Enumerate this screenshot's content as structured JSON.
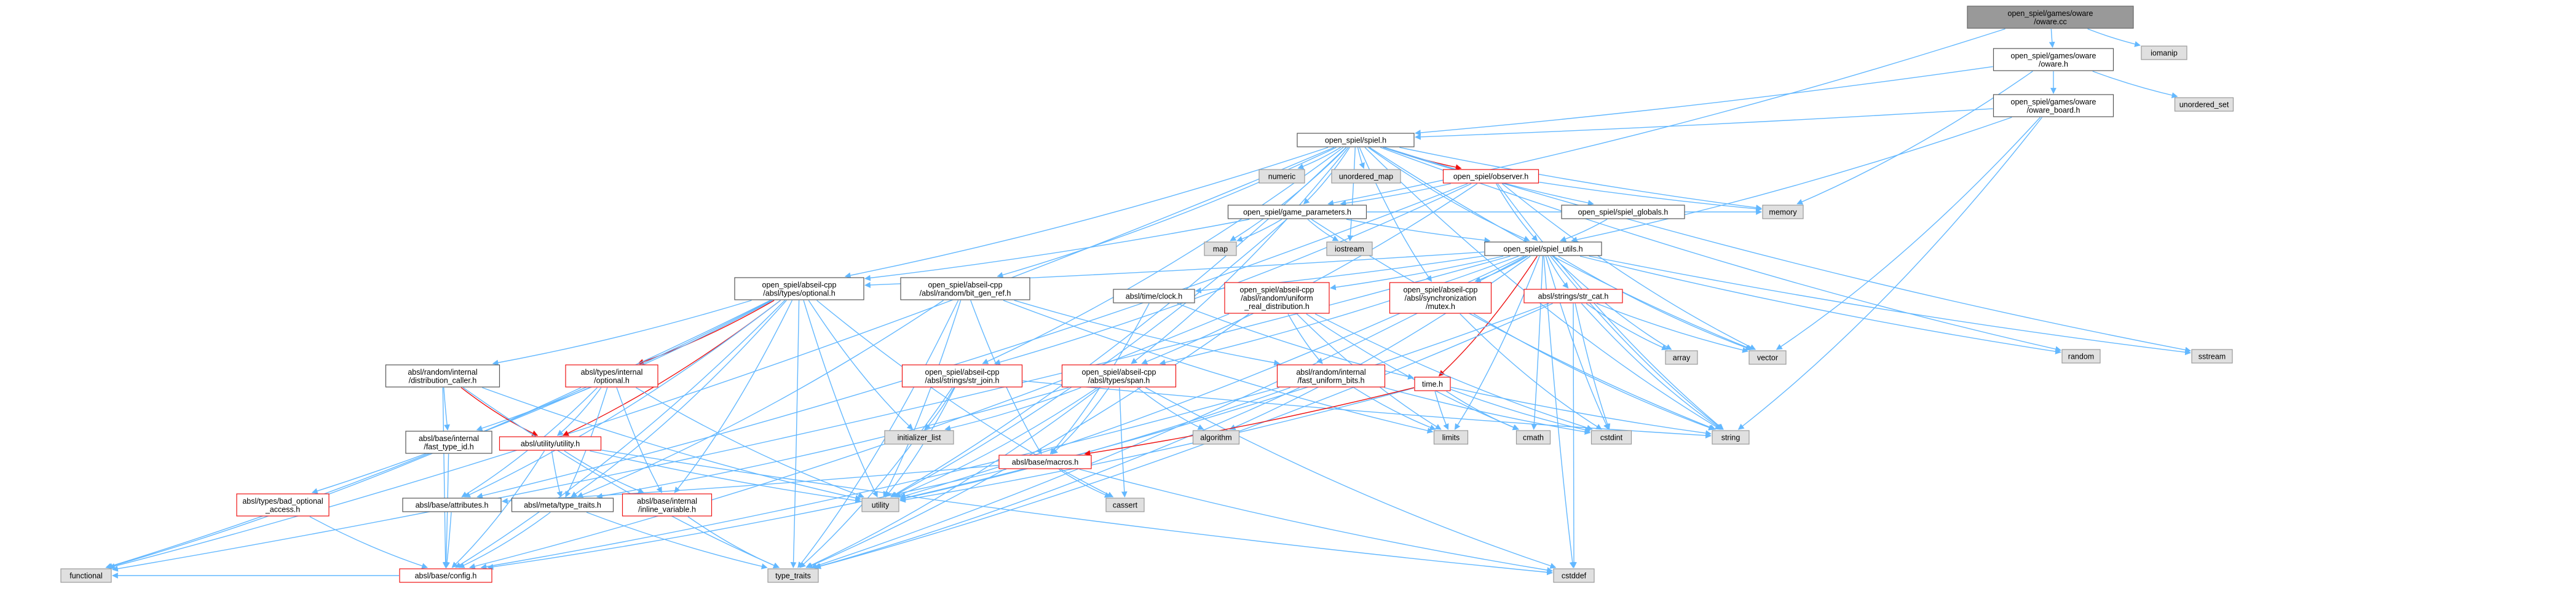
{
  "diagram": {
    "title": "open_spiel/games/oware/oware.cc dependency graph",
    "colors": {
      "edge_default": "#63b8ff",
      "edge_highlight": "#ee1111",
      "root_fill": "#999999",
      "external_fill": "#e0e0e0",
      "undocumented_border": "#ee1111",
      "node_border": "#555555"
    },
    "nodes": [
      {
        "id": "root",
        "lines": [
          "open_spiel/games/oware",
          "/oware.cc"
        ],
        "style": "root"
      },
      {
        "id": "iomanip",
        "lines": [
          "iomanip"
        ],
        "style": "grey"
      },
      {
        "id": "oware_h",
        "lines": [
          "open_spiel/games/oware",
          "/oware.h"
        ],
        "style": "plain"
      },
      {
        "id": "unordered_set",
        "lines": [
          "unordered_set"
        ],
        "style": "grey"
      },
      {
        "id": "oware_board",
        "lines": [
          "open_spiel/games/oware",
          "/oware_board.h"
        ],
        "style": "plain"
      },
      {
        "id": "spiel_h",
        "lines": [
          "open_spiel/spiel.h"
        ],
        "style": "plain"
      },
      {
        "id": "numeric",
        "lines": [
          "numeric"
        ],
        "style": "grey"
      },
      {
        "id": "unordered_map",
        "lines": [
          "unordered_map"
        ],
        "style": "grey"
      },
      {
        "id": "observer",
        "lines": [
          "open_spiel/observer.h"
        ],
        "style": "red"
      },
      {
        "id": "game_params",
        "lines": [
          "open_spiel/game_parameters.h"
        ],
        "style": "plain"
      },
      {
        "id": "spiel_globals",
        "lines": [
          "open_spiel/spiel_globals.h"
        ],
        "style": "plain"
      },
      {
        "id": "map",
        "lines": [
          "map"
        ],
        "style": "grey"
      },
      {
        "id": "iostream",
        "lines": [
          "iostream"
        ],
        "style": "grey"
      },
      {
        "id": "memory",
        "lines": [
          "memory"
        ],
        "style": "grey"
      },
      {
        "id": "spiel_utils",
        "lines": [
          "open_spiel/spiel_utils.h"
        ],
        "style": "plain"
      },
      {
        "id": "random",
        "lines": [
          "random"
        ],
        "style": "grey"
      },
      {
        "id": "sstream",
        "lines": [
          "sstream"
        ],
        "style": "grey"
      },
      {
        "id": "optional",
        "lines": [
          "open_spiel/abseil-cpp",
          "/absl/types/optional.h"
        ],
        "style": "plain"
      },
      {
        "id": "bit_gen_ref",
        "lines": [
          "open_spiel/abseil-cpp",
          "/absl/random/bit_gen_ref.h"
        ],
        "style": "plain"
      },
      {
        "id": "clock",
        "lines": [
          "absl/time/clock.h"
        ],
        "style": "plain"
      },
      {
        "id": "uniform_real",
        "lines": [
          "open_spiel/abseil-cpp",
          "/absl/random/uniform",
          "_real_distribution.h"
        ],
        "style": "red"
      },
      {
        "id": "mutex",
        "lines": [
          "open_spiel/abseil-cpp",
          "/absl/synchronization",
          "/mutex.h"
        ],
        "style": "red"
      },
      {
        "id": "str_cat",
        "lines": [
          "absl/strings/str_cat.h"
        ],
        "style": "red"
      },
      {
        "id": "array",
        "lines": [
          "array"
        ],
        "style": "grey"
      },
      {
        "id": "vector",
        "lines": [
          "vector"
        ],
        "style": "grey"
      },
      {
        "id": "dist_caller",
        "lines": [
          "absl/random/internal",
          "/distribution_caller.h"
        ],
        "style": "plain"
      },
      {
        "id": "types_internal_optional",
        "lines": [
          "absl/types/internal",
          "/optional.h"
        ],
        "style": "red"
      },
      {
        "id": "str_join",
        "lines": [
          "open_spiel/abseil-cpp",
          "/absl/strings/str_join.h"
        ],
        "style": "red"
      },
      {
        "id": "span",
        "lines": [
          "open_spiel/abseil-cpp",
          "/absl/types/span.h"
        ],
        "style": "red"
      },
      {
        "id": "fast_uniform",
        "lines": [
          "absl/random/internal",
          "/fast_uniform_bits.h"
        ],
        "style": "red"
      },
      {
        "id": "time_h",
        "lines": [
          "time.h"
        ],
        "style": "red"
      },
      {
        "id": "string",
        "lines": [
          "string"
        ],
        "style": "grey"
      },
      {
        "id": "fast_type_id",
        "lines": [
          "absl/base/internal",
          "/fast_type_id.h"
        ],
        "style": "plain"
      },
      {
        "id": "utility_utility",
        "lines": [
          "absl/utility/utility.h"
        ],
        "style": "red"
      },
      {
        "id": "initializer_list",
        "lines": [
          "initializer_list"
        ],
        "style": "grey"
      },
      {
        "id": "algorithm",
        "lines": [
          "algorithm"
        ],
        "style": "grey"
      },
      {
        "id": "limits",
        "lines": [
          "limits"
        ],
        "style": "grey"
      },
      {
        "id": "cmath",
        "lines": [
          "cmath"
        ],
        "style": "grey"
      },
      {
        "id": "cstdint",
        "lines": [
          "cstdint"
        ],
        "style": "grey"
      },
      {
        "id": "macros",
        "lines": [
          "absl/base/macros.h"
        ],
        "style": "red"
      },
      {
        "id": "bad_optional",
        "lines": [
          "absl/types/bad_optional",
          "_access.h"
        ],
        "style": "red"
      },
      {
        "id": "attributes",
        "lines": [
          "absl/base/attributes.h"
        ],
        "style": "plain"
      },
      {
        "id": "type_traits_meta",
        "lines": [
          "absl/meta/type_traits.h"
        ],
        "style": "plain"
      },
      {
        "id": "inline_variable",
        "lines": [
          "absl/base/internal",
          "/inline_variable.h"
        ],
        "style": "red"
      },
      {
        "id": "utility",
        "lines": [
          "utility"
        ],
        "style": "grey"
      },
      {
        "id": "cassert",
        "lines": [
          "cassert"
        ],
        "style": "grey"
      },
      {
        "id": "functional",
        "lines": [
          "functional"
        ],
        "style": "grey"
      },
      {
        "id": "config",
        "lines": [
          "absl/base/config.h"
        ],
        "style": "red"
      },
      {
        "id": "type_traits",
        "lines": [
          "type_traits"
        ],
        "style": "grey"
      },
      {
        "id": "cstddef",
        "lines": [
          "cstddef"
        ],
        "style": "grey"
      }
    ],
    "edges": [
      [
        "root",
        "oware_h"
      ],
      [
        "root",
        "iomanip"
      ],
      [
        "root",
        "game_params"
      ],
      [
        "oware_h",
        "oware_board"
      ],
      [
        "oware_h",
        "unordered_set"
      ],
      [
        "oware_h",
        "spiel_h"
      ],
      [
        "oware_h",
        "memory"
      ],
      [
        "oware_board",
        "spiel_h"
      ],
      [
        "oware_board",
        "spiel_utils"
      ],
      [
        "oware_board",
        "string"
      ],
      [
        "oware_board",
        "vector"
      ],
      [
        "spiel_h",
        "numeric"
      ],
      [
        "spiel_h",
        "unordered_map"
      ],
      [
        "spiel_h",
        "observer"
      ],
      [
        "spiel_h",
        "game_params"
      ],
      [
        "spiel_h",
        "spiel_globals"
      ],
      [
        "spiel_h",
        "spiel_utils"
      ],
      [
        "spiel_h",
        "map"
      ],
      [
        "spiel_h",
        "iostream"
      ],
      [
        "spiel_h",
        "memory"
      ],
      [
        "spiel_h",
        "random"
      ],
      [
        "spiel_h",
        "sstream"
      ],
      [
        "spiel_h",
        "optional"
      ],
      [
        "spiel_h",
        "bit_gen_ref"
      ],
      [
        "spiel_h",
        "str_join"
      ],
      [
        "spiel_h",
        "span"
      ],
      [
        "spiel_h",
        "mutex"
      ],
      [
        "spiel_h",
        "functional"
      ],
      [
        "spiel_h",
        "utility"
      ],
      [
        "spiel_h",
        "vector"
      ],
      [
        "spiel_h",
        "string"
      ],
      [
        "observer",
        "game_params"
      ],
      [
        "observer",
        "spiel_utils"
      ],
      [
        "observer",
        "memory"
      ],
      [
        "observer",
        "str_join"
      ],
      [
        "observer",
        "span"
      ],
      [
        "observer",
        "vector"
      ],
      [
        "observer",
        "string"
      ],
      [
        "observer",
        "attributes"
      ],
      [
        "game_params",
        "map"
      ],
      [
        "game_params",
        "iostream"
      ],
      [
        "game_params",
        "memory"
      ],
      [
        "game_params",
        "spiel_utils"
      ],
      [
        "game_params",
        "optional"
      ],
      [
        "game_params",
        "string"
      ],
      [
        "game_params",
        "utility"
      ],
      [
        "spiel_globals",
        "spiel_utils"
      ],
      [
        "spiel_utils",
        "optional"
      ],
      [
        "spiel_utils",
        "clock"
      ],
      [
        "spiel_utils",
        "uniform_real"
      ],
      [
        "spiel_utils",
        "mutex"
      ],
      [
        "spiel_utils",
        "str_cat"
      ],
      [
        "spiel_utils",
        "array"
      ],
      [
        "spiel_utils",
        "vector"
      ],
      [
        "spiel_utils",
        "random"
      ],
      [
        "spiel_utils",
        "sstream"
      ],
      [
        "spiel_utils",
        "string"
      ],
      [
        "spiel_utils",
        "span"
      ],
      [
        "spiel_utils",
        "time_h"
      ],
      [
        "spiel_utils",
        "cmath"
      ],
      [
        "spiel_utils",
        "cstdint"
      ],
      [
        "spiel_utils",
        "algorithm"
      ],
      [
        "spiel_utils",
        "limits"
      ],
      [
        "spiel_utils",
        "type_traits"
      ],
      [
        "spiel_utils",
        "cstddef"
      ],
      [
        "spiel_utils",
        "utility"
      ],
      [
        "spiel_utils",
        "functional"
      ],
      [
        "optional",
        "dist_caller"
      ],
      [
        "optional",
        "types_internal_optional"
      ],
      [
        "optional",
        "fast_type_id"
      ],
      [
        "optional",
        "utility_utility"
      ],
      [
        "optional",
        "bad_optional"
      ],
      [
        "optional",
        "attributes"
      ],
      [
        "optional",
        "type_traits_meta"
      ],
      [
        "optional",
        "inline_variable"
      ],
      [
        "optional",
        "utility"
      ],
      [
        "optional",
        "config"
      ],
      [
        "optional",
        "functional"
      ],
      [
        "optional",
        "type_traits"
      ],
      [
        "optional",
        "cassert"
      ],
      [
        "optional",
        "initializer_list"
      ],
      [
        "bit_gen_ref",
        "fast_uniform"
      ],
      [
        "bit_gen_ref",
        "macros"
      ],
      [
        "bit_gen_ref",
        "utility"
      ],
      [
        "bit_gen_ref",
        "type_traits"
      ],
      [
        "bit_gen_ref",
        "type_traits_meta"
      ],
      [
        "bit_gen_ref",
        "limits"
      ],
      [
        "clock",
        "time_h"
      ],
      [
        "clock",
        "macros"
      ],
      [
        "uniform_real",
        "fast_uniform"
      ],
      [
        "uniform_real",
        "cmath"
      ],
      [
        "uniform_real",
        "cstdint"
      ],
      [
        "uniform_real",
        "limits"
      ],
      [
        "uniform_real",
        "type_traits"
      ],
      [
        "uniform_real",
        "config"
      ],
      [
        "mutex",
        "cstdint"
      ],
      [
        "mutex",
        "string"
      ],
      [
        "str_cat",
        "array"
      ],
      [
        "str_cat",
        "vector"
      ],
      [
        "str_cat",
        "string"
      ],
      [
        "str_cat",
        "cstdint"
      ],
      [
        "str_cat",
        "utility"
      ],
      [
        "str_cat",
        "type_traits"
      ],
      [
        "str_cat",
        "cstddef"
      ],
      [
        "dist_caller",
        "utility_utility"
      ],
      [
        "dist_caller",
        "fast_type_id"
      ],
      [
        "dist_caller",
        "utility"
      ],
      [
        "dist_caller",
        "type_traits"
      ],
      [
        "dist_caller",
        "config"
      ],
      [
        "types_internal_optional",
        "utility_utility"
      ],
      [
        "types_internal_optional",
        "inline_variable"
      ],
      [
        "types_internal_optional",
        "type_traits_meta"
      ],
      [
        "types_internal_optional",
        "utility"
      ],
      [
        "types_internal_optional",
        "attributes"
      ],
      [
        "types_internal_optional",
        "functional"
      ],
      [
        "str_join",
        "initializer_list"
      ],
      [
        "str_join",
        "utility"
      ],
      [
        "str_join",
        "string"
      ],
      [
        "str_join",
        "type_traits"
      ],
      [
        "span",
        "algorithm"
      ],
      [
        "span",
        "cassert"
      ],
      [
        "span",
        "initializer_list"
      ],
      [
        "span",
        "macros"
      ],
      [
        "span",
        "type_traits"
      ],
      [
        "span",
        "cstddef"
      ],
      [
        "span",
        "type_traits_meta"
      ],
      [
        "span",
        "utility"
      ],
      [
        "fast_uniform",
        "cstdint"
      ],
      [
        "fast_uniform",
        "limits"
      ],
      [
        "fast_uniform",
        "type_traits"
      ],
      [
        "fast_uniform",
        "config"
      ],
      [
        "fast_uniform",
        "utility"
      ],
      [
        "time_h",
        "cmath"
      ],
      [
        "time_h",
        "cstdint"
      ],
      [
        "time_h",
        "string"
      ],
      [
        "time_h",
        "limits"
      ],
      [
        "time_h",
        "utility"
      ],
      [
        "time_h",
        "macros"
      ],
      [
        "macros",
        "cassert"
      ],
      [
        "macros",
        "cstddef"
      ],
      [
        "macros",
        "attributes"
      ],
      [
        "macros",
        "config"
      ],
      [
        "fast_type_id",
        "config"
      ],
      [
        "utility_utility",
        "cstddef"
      ],
      [
        "utility_utility",
        "utility"
      ],
      [
        "utility_utility",
        "type_traits_meta"
      ],
      [
        "utility_utility",
        "inline_variable"
      ],
      [
        "utility_utility",
        "config"
      ],
      [
        "bad_optional",
        "config"
      ],
      [
        "attributes",
        "config"
      ],
      [
        "type_traits_meta",
        "type_traits"
      ],
      [
        "type_traits_meta",
        "config"
      ],
      [
        "inline_variable",
        "type_traits"
      ],
      [
        "config",
        "functional"
      ]
    ],
    "red_edges": [
      [
        "spiel_h",
        "observer"
      ],
      [
        "spiel_utils",
        "time_h"
      ],
      [
        "optional",
        "types_internal_optional"
      ],
      [
        "optional",
        "utility_utility"
      ],
      [
        "time_h",
        "macros"
      ],
      [
        "dist_caller",
        "utility_utility"
      ]
    ]
  }
}
